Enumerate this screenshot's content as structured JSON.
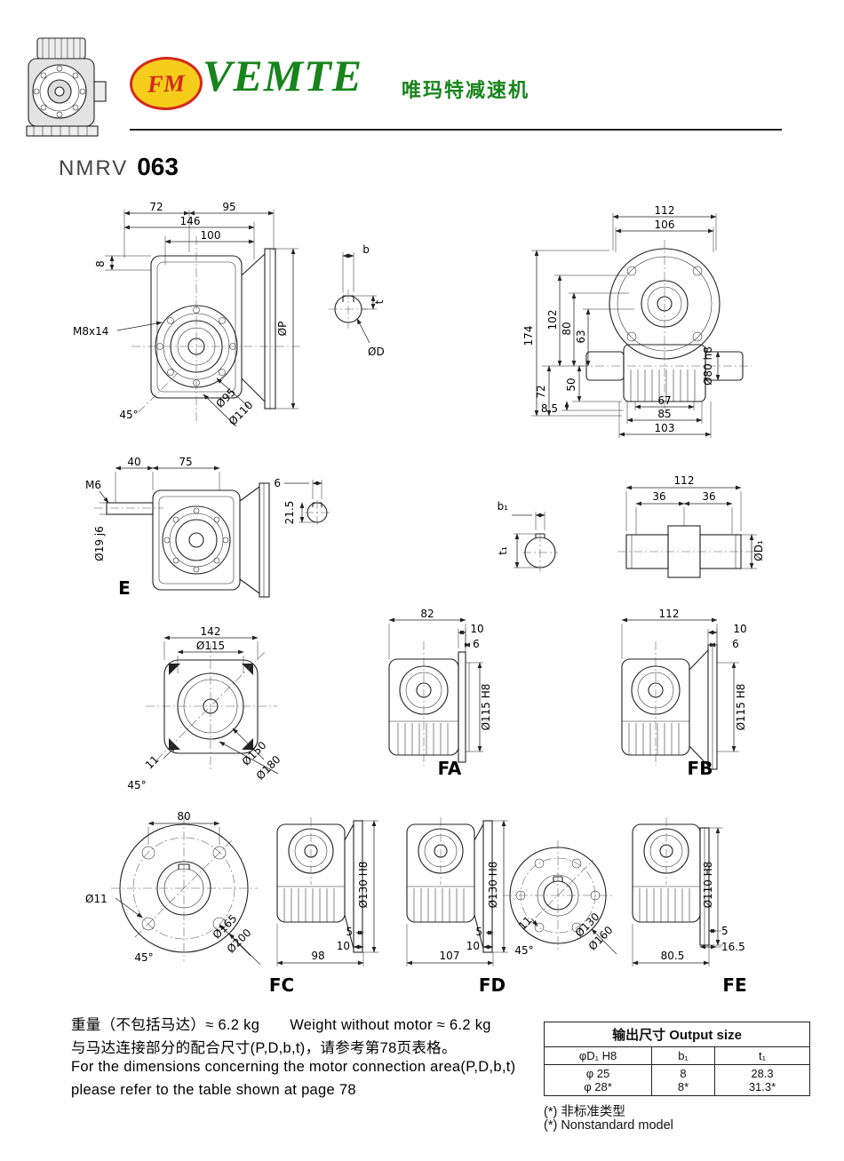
{
  "header": {
    "badge": "FM",
    "brand": "VEMTE",
    "brand_cn": "唯玛特减速机"
  },
  "title": {
    "series": "NMRV",
    "model": "063"
  },
  "dims": {
    "side_view": {
      "w1": "72",
      "w2": "95",
      "w3": "146",
      "w4": "100",
      "h8": "8",
      "tap": "M8x14",
      "ang": "45°",
      "d1": "Ø95",
      "d2": "Ø110",
      "dp": "ØP"
    },
    "shaft_section": {
      "b": "b",
      "t": "t",
      "dd": "ØD"
    },
    "front_view": {
      "w1": "112",
      "w2": "106",
      "h1": "174",
      "h2": "102",
      "h3": "80",
      "h4": "63",
      "h5": "72",
      "h6": "50",
      "h7": "8.5",
      "b1": "67",
      "b2": "85",
      "b3": "103",
      "dd": "Ø80 h8"
    },
    "side_view_e": {
      "w1": "40",
      "w2": "75",
      "tap": "M6",
      "dd": "Ø19 j6",
      "label": "E"
    },
    "key_section": {
      "w": "6",
      "h": "21.5"
    },
    "bore_section": {
      "b1": "b₁",
      "t1": "t₁"
    },
    "output_shaft": {
      "w1": "112",
      "w2": "36",
      "w3": "36",
      "dd": "ØD₁"
    },
    "square_flange": {
      "w1": "142",
      "d1": "Ø115",
      "d2": "Ø150",
      "d3": "Ø180",
      "hole": "11",
      "ang": "45°"
    },
    "fa": {
      "w1": "82",
      "s1": "10",
      "s2": "6",
      "dd": "Ø115 H8",
      "label": "FA"
    },
    "fb": {
      "w1": "112",
      "s1": "10",
      "s2": "6",
      "dd": "Ø115 H8",
      "label": "FB"
    },
    "round_flange": {
      "w1": "80",
      "hole": "Ø11",
      "d1": "Ø165",
      "d2": "Ø200",
      "ang": "45°"
    },
    "fc": {
      "dd": "Ø130 H8",
      "s1": "5",
      "s2": "10",
      "w1": "98",
      "label": "FC"
    },
    "fd": {
      "dd": "Ø130 H8",
      "s1": "5",
      "s2": "10",
      "w1": "107",
      "label": "FD"
    },
    "round_flange_2": {
      "hole": "11",
      "ang": "45°",
      "d1": "Ø130",
      "d2": "Ø160"
    },
    "fe": {
      "dd": "Ø110 H8",
      "s1": "5",
      "s2": "16.5",
      "w1": "80.5",
      "label": "FE"
    }
  },
  "footer": {
    "weight_cn": "重量（不包括马达）≈ 6.2 kg",
    "weight_en": "Weight without motor  ≈ 6.2 kg",
    "fit_cn": "与马达连接部分的配合尺寸(P,D,b,t)，请参考第78页表格。",
    "fit_en1": "For the dimensions concerning the motor connection area(P,D,b,t)",
    "fit_en2": "please refer to the table shown at page 78"
  },
  "table": {
    "title": "输出尺寸  Output size",
    "h1": "φD₁ H8",
    "h2": "b₁",
    "h3": "t₁",
    "r1": [
      "φ 25",
      "8",
      "28.3"
    ],
    "r2": [
      "φ 28*",
      "8*",
      "31.3*"
    ],
    "note_cn": "(*) 非标准类型",
    "note_en": "(*) Nonstandard model"
  }
}
